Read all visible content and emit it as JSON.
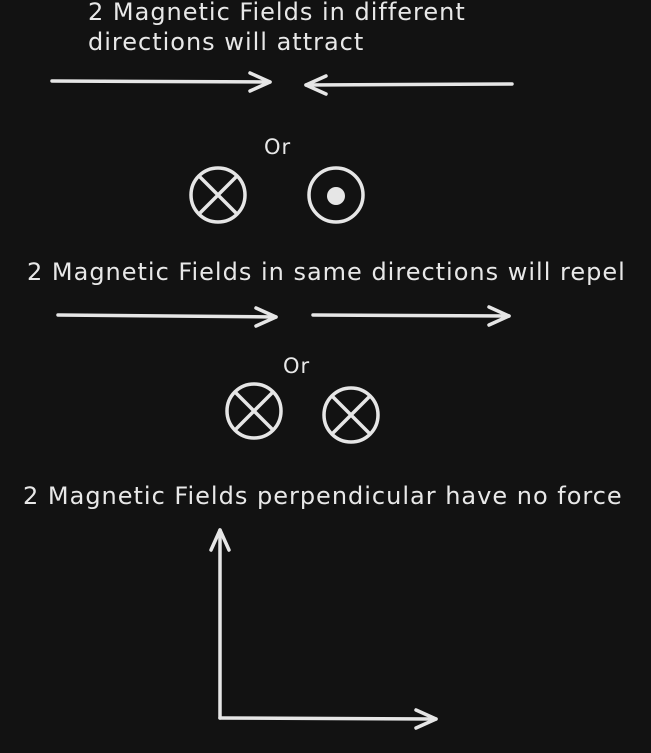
{
  "sections": {
    "attract": {
      "title_line1": "2 Magnetic Fields in different",
      "title_line2": "directions will attract",
      "or_label": "Or"
    },
    "repel": {
      "title": "2 Magnetic Fields in same directions will repel",
      "or_label": "Or"
    },
    "perpendicular": {
      "title": "2 Magnetic Fields perpendicular have no force"
    }
  },
  "colors": {
    "background": "#121212",
    "ink": "#e6e6e6"
  }
}
